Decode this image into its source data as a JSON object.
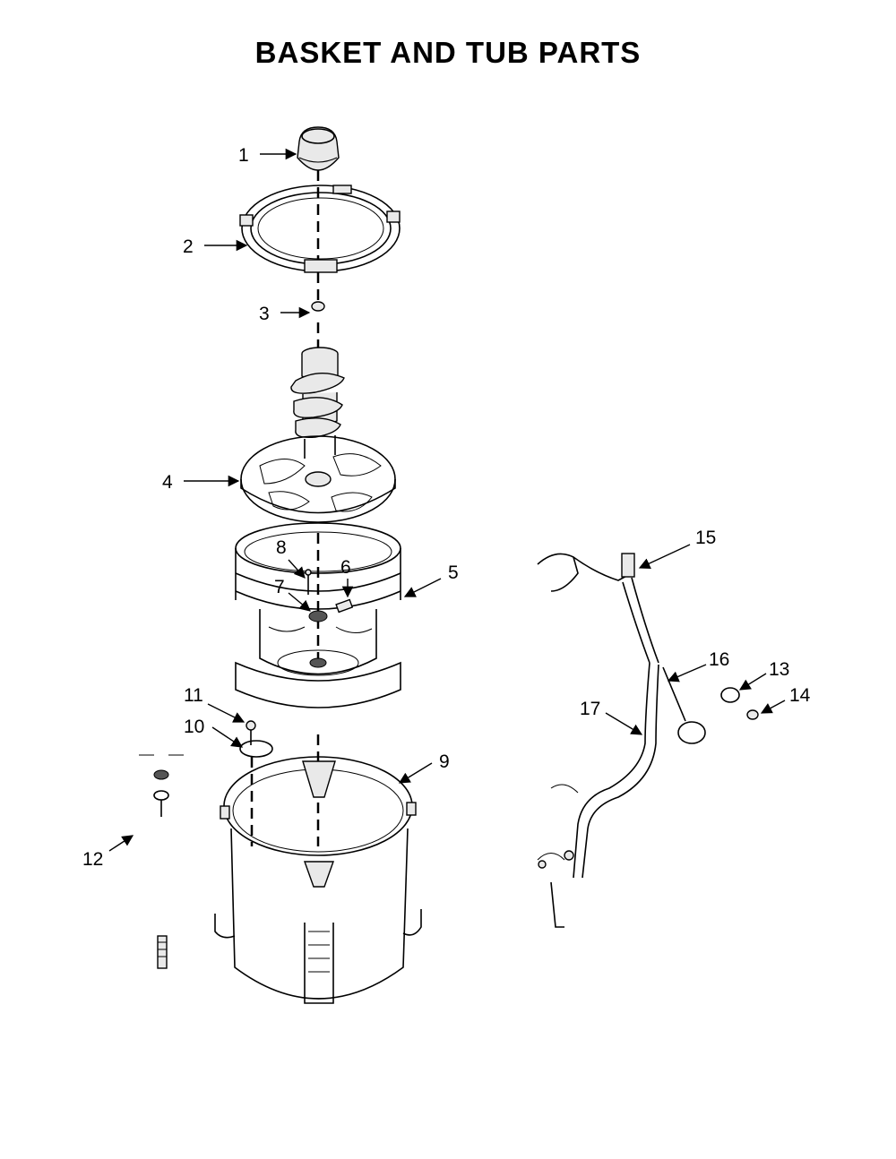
{
  "title": "BASKET AND TUB PARTS",
  "callouts": [
    {
      "id": "1",
      "label": "1"
    },
    {
      "id": "2",
      "label": "2"
    },
    {
      "id": "3",
      "label": "3"
    },
    {
      "id": "4",
      "label": "4"
    },
    {
      "id": "5",
      "label": "5"
    },
    {
      "id": "6",
      "label": "6"
    },
    {
      "id": "7",
      "label": "7"
    },
    {
      "id": "8",
      "label": "8"
    },
    {
      "id": "9",
      "label": "9"
    },
    {
      "id": "10",
      "label": "10"
    },
    {
      "id": "11",
      "label": "11"
    },
    {
      "id": "12",
      "label": "12"
    },
    {
      "id": "13",
      "label": "13"
    },
    {
      "id": "14",
      "label": "14"
    },
    {
      "id": "15",
      "label": "15"
    },
    {
      "id": "16",
      "label": "16"
    },
    {
      "id": "17",
      "label": "17"
    }
  ]
}
